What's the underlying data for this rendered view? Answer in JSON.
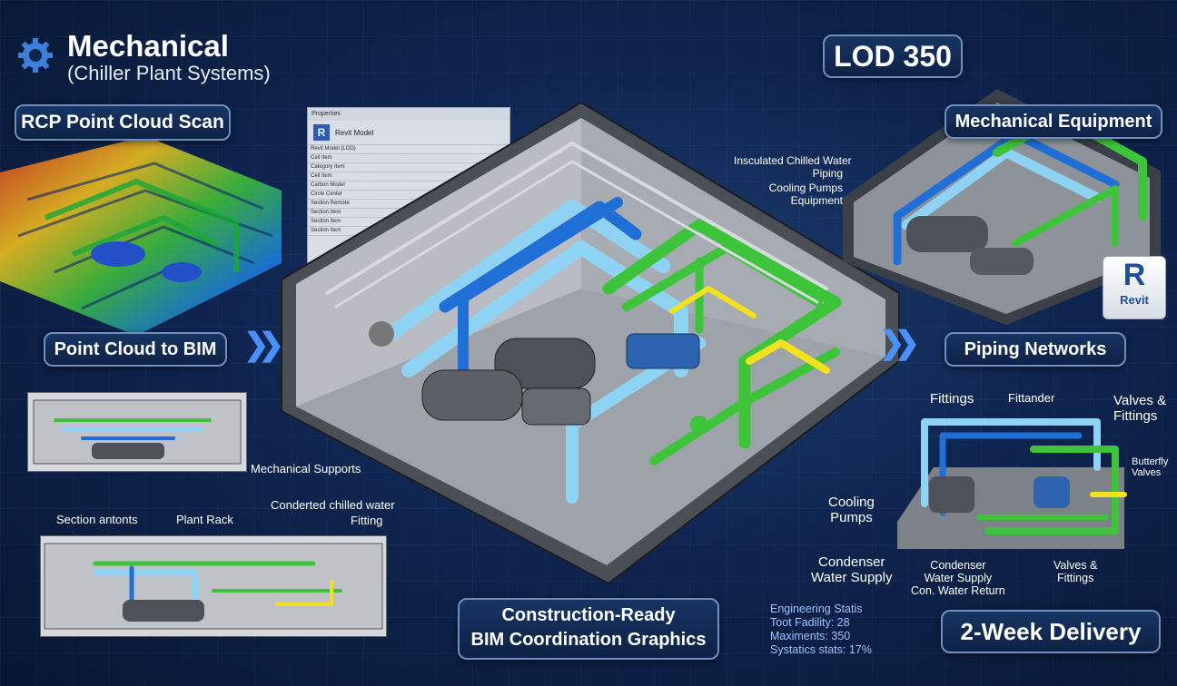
{
  "header": {
    "title": "Mechanical",
    "subtitle": "(Chiller Plant Systems)"
  },
  "badges": {
    "lod": "LOD 350",
    "rcp_scan": "RCP Point Cloud Scan",
    "point_cloud_to_bim": "Point Cloud to BIM",
    "mechanical_equipment": "Mechanical Equipment",
    "piping_networks": "Piping Networks",
    "construction_ready_line1": "Construction-Ready",
    "construction_ready_line2": "BIM Coordination Graphics",
    "delivery": "2-Week Delivery"
  },
  "revit_logo": {
    "letter": "R",
    "label": "Revit"
  },
  "equipment_callouts": {
    "insulated_line1": "Insculated Chilled Water",
    "insulated_line2": "Piping",
    "cooling_pumps_line1": "Cooling Pumps",
    "cooling_pumps_line2": "Equipment"
  },
  "section_callouts": {
    "mechanical_supports": "Mechanical Supports",
    "condensed_chilled_water": "Conderted chilled water",
    "fitting": "Fitting",
    "section_antonts": "Section antonts",
    "plant_rack": "Plant Rack"
  },
  "piping_callouts": {
    "fittings": "Fittings",
    "fittander": "Fittander",
    "valves_fittings_top_l1": "Valves &",
    "valves_fittings_top_l2": "Fittings",
    "butterfly_l1": "Butterfly",
    "butterfly_l2": "Valves",
    "cooling_pumps_l1": "Cooling",
    "cooling_pumps_l2": "Pumps",
    "condenser_supply_l1": "Condenser",
    "condenser_supply_l2": "Water Supply",
    "condenser_mid_l1": "Condenser",
    "condenser_mid_l2": "Water Supply",
    "condenser_mid_l3": "Con. Water Return",
    "valves_fittings_bottom_l1": "Valves &",
    "valves_fittings_bottom_l2": "Fittings"
  },
  "engineering_stats": {
    "title": "Engineering Statis",
    "line1": "Toot Fadility: 28",
    "line2": "Maximents: 350",
    "line3": "Systatics stats: 17%"
  },
  "revit_properties": {
    "header": "Properties",
    "type_name": "Revit Model",
    "rows": [
      "Revit Model (LOD)",
      "Ceil Item",
      "Category Item",
      "Ceil Item",
      "Carbon Model",
      "Circle Center",
      "Section Remote",
      "Section Item",
      "Section Item",
      "Section Item"
    ]
  },
  "colors": {
    "background": "#0f2550",
    "accent": "#4a90ff",
    "pipe_chilled": "#8fd3f4",
    "pipe_supply": "#1f6fd6",
    "pipe_condenser": "#3ec43a",
    "pipe_yellow": "#f2e21d"
  },
  "icons": {
    "logo": "gear-icon",
    "flow_arrows": "double-chevron-right-icon"
  }
}
